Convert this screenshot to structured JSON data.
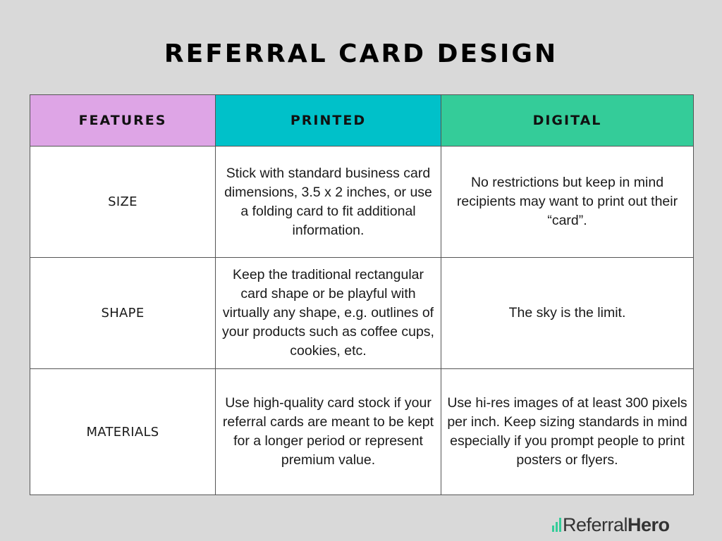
{
  "title": "REFERRAL CARD DESIGN",
  "table": {
    "headers": [
      {
        "label": "FEATURES",
        "color": "#dea5e6"
      },
      {
        "label": "PRINTED",
        "color": "#00c1c9"
      },
      {
        "label": "DIGITAL",
        "color": "#34cc99"
      }
    ],
    "rows": [
      {
        "feature": "SIZE",
        "printed": "Stick with standard business card dimensions, 3.5 x 2 inches, or use a folding card to fit additional information.",
        "digital": "No restrictions but keep in mind recipients may want to print out their “card”."
      },
      {
        "feature": "SHAPE",
        "printed": "Keep the traditional rectangular card shape or be playful with virtually any shape, e.g. outlines of your products such as coffee cups, cookies, etc.",
        "digital": "The sky is the limit."
      },
      {
        "feature": "MATERIALS",
        "printed": "Use high-quality card stock if your referral cards are meant to be kept for a longer period or represent premium value.",
        "digital": "Use hi-res images of at least 300 pixels per inch. Keep sizing standards in mind especially if you prompt people to print posters or flyers."
      }
    ]
  },
  "logo": {
    "icon": "bar-chart-icon",
    "text_regular": "Referral",
    "text_bold": "Hero",
    "accent_color": "#34cc99"
  }
}
